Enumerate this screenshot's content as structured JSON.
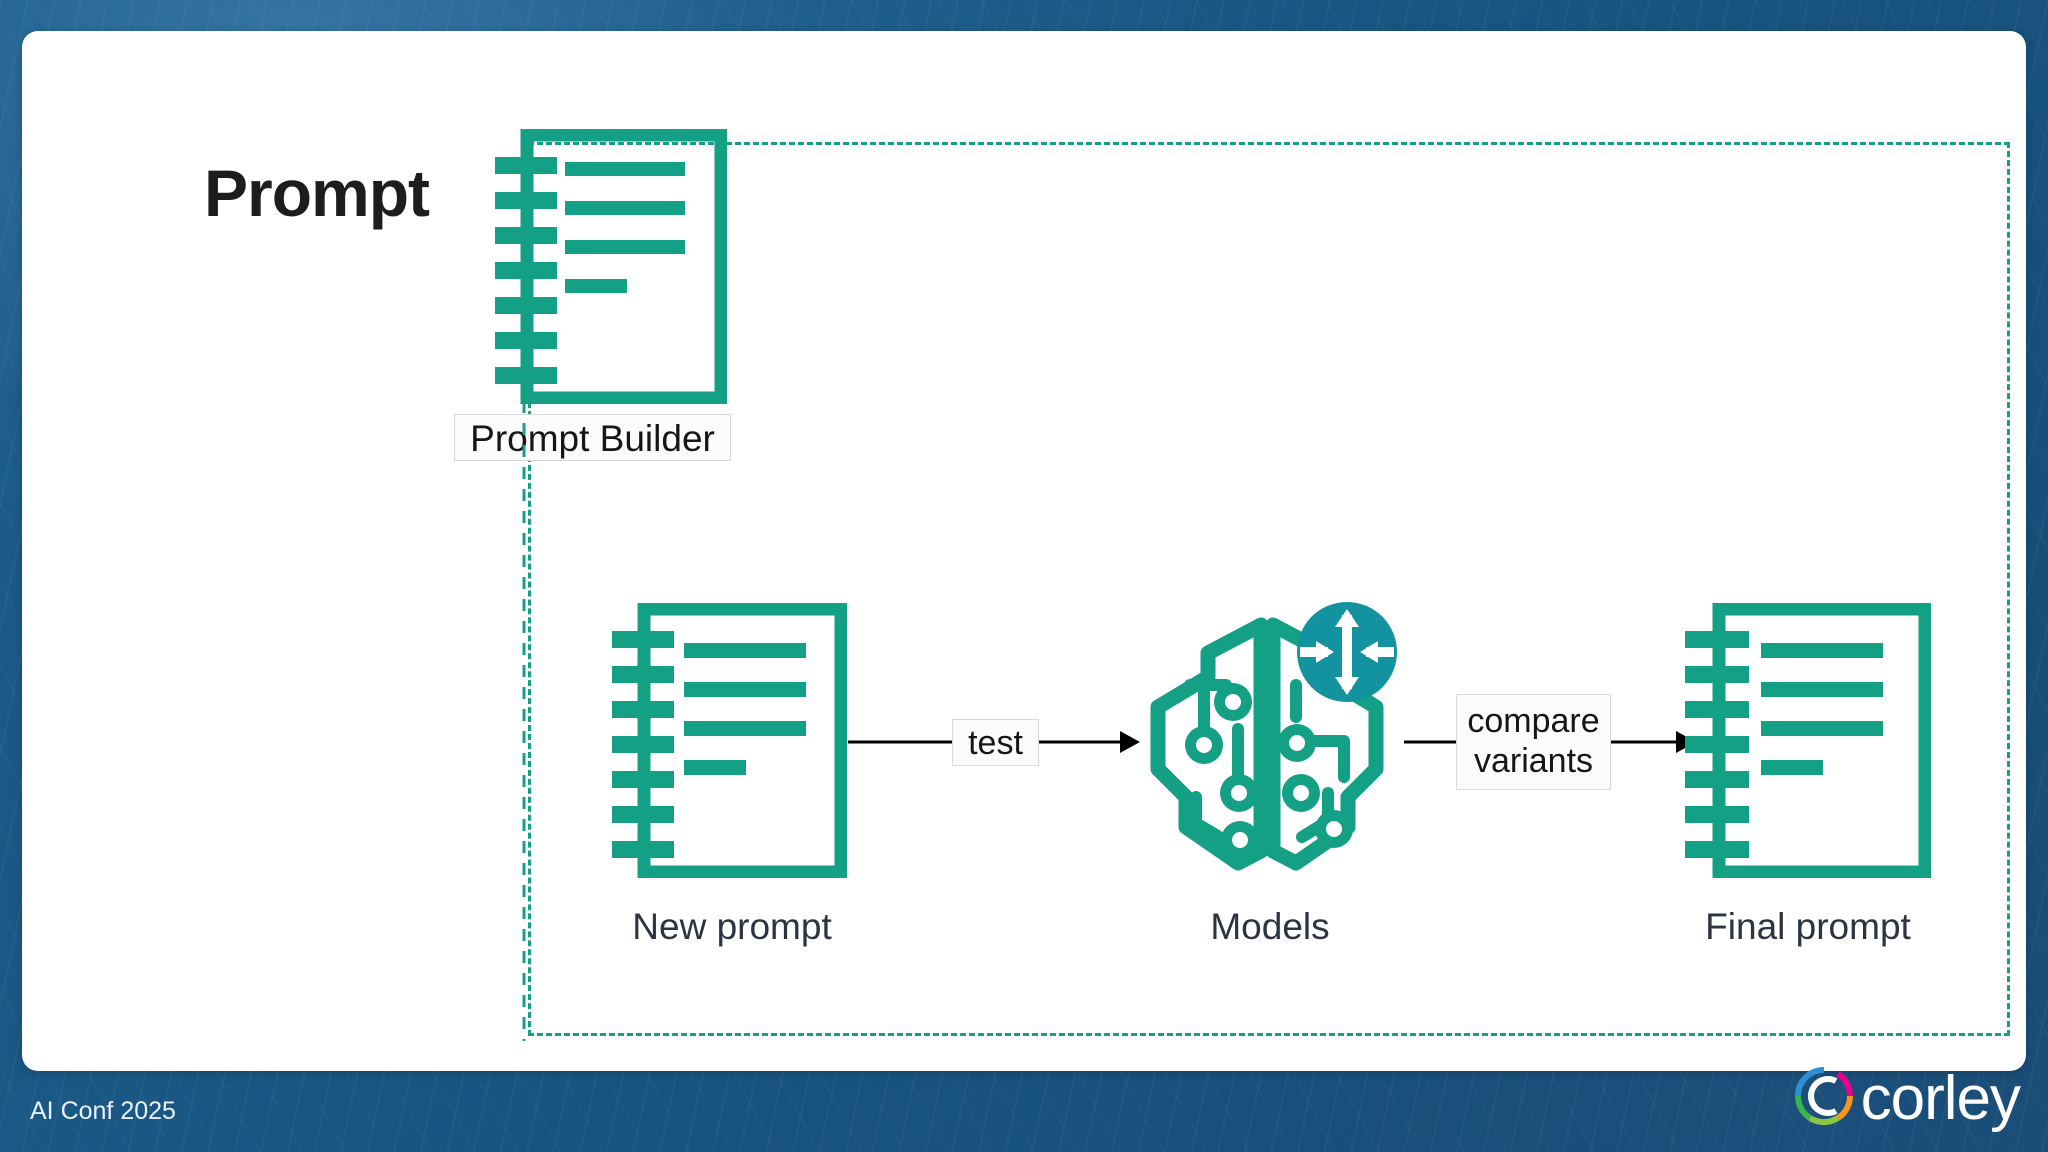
{
  "slide": {
    "title": "Prompt",
    "accent_teal": "#13a085",
    "accent_badge": "#1393a0",
    "card_bg": "#ffffff",
    "background_blue": "#1b5b8a",
    "label_color": "#2b3440"
  },
  "diagram": {
    "builder": {
      "icon": "notebook-icon",
      "label": "Prompt Builder"
    },
    "nodes": [
      {
        "id": "new-prompt",
        "icon": "notebook-icon",
        "label": "New prompt"
      },
      {
        "id": "models",
        "icon": "ai-brain-icon",
        "label": "Models",
        "badge": "resize-arrows-icon"
      },
      {
        "id": "final-prompt",
        "icon": "notebook-icon",
        "label": "Final prompt"
      }
    ],
    "edges": [
      {
        "id": "edge-test",
        "label": "test",
        "from": "new-prompt",
        "to": "models"
      },
      {
        "id": "edge-compare",
        "label": "compare\nvariants",
        "from": "models",
        "to": "final-prompt"
      }
    ]
  },
  "footer": {
    "event": "AI Conf 2025",
    "brand": "corley"
  }
}
